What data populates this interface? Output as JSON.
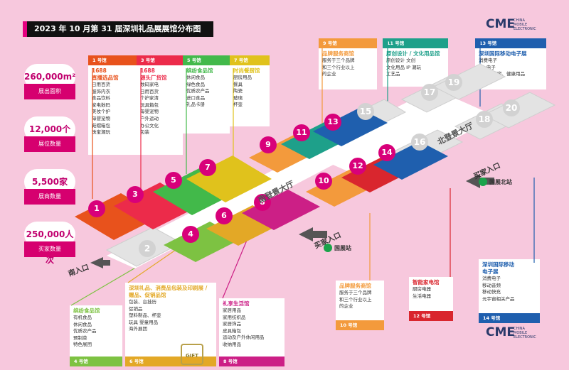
{
  "title": "2023 年 10 月第 31 届深圳礼品展展馆分布图",
  "stats": [
    {
      "value": "260,000m²",
      "label": "展出面积"
    },
    {
      "value": "12,000个",
      "label": "展位数量"
    },
    {
      "value": "5,500家",
      "label": "展商数量"
    },
    {
      "value": "250,000人次",
      "label": "买家数量"
    }
  ],
  "top_halls": [
    {
      "tag": "1 号馆",
      "color": "#e8521c",
      "heading": "1688\n直播选品馆",
      "items": "日用百货\n服饰内衣\n食品饮料\n家电数码\n美妆个护\n母婴宠物\n鞋帽箱包\n珠宝潮玩"
    },
    {
      "tag": "3 号馆",
      "color": "#ec2b4a",
      "heading": "1688\n源头厂货馆",
      "items": "数码家电\n日用百货\n个护家清\n玩具箱包\n母婴宠物\n户外运动\n办公文化\n包装"
    },
    {
      "tag": "5 号馆",
      "color": "#42b94a",
      "heading": "缤纷食品馆",
      "items": "休闲食品\n绿色食品\n优质农产品\n进口食品\n礼品卡册"
    },
    {
      "tag": "7 号馆",
      "color": "#e0c21c",
      "heading": "时尚餐厨馆",
      "items": "厨房用品\n餐具\n陶瓷\n玻璃\n杯壶"
    },
    {
      "tag": "9 号馆",
      "color": "#f39a3c",
      "heading": "品牌服务商馆",
      "items": "服务于三个品牌\n和三个行业以上\n的企业"
    },
    {
      "tag": "11 号馆",
      "color": "#1ea08a",
      "heading": "原创设计 / 文化用品馆",
      "items": "原创设计  文创\n文化用品  IP 潮玩\n工艺品"
    },
    {
      "tag": "13 号馆",
      "color": "#1f5fae",
      "heading": "深圳国际移动电子展",
      "items": "消费电子\n3C 电子\n个护、美容、健康用品"
    }
  ],
  "bottom_halls": [
    {
      "tag": "4 号馆",
      "color": "#7dc242",
      "heading": "缤纷食品馆",
      "items": "有机食品\n休闲食品\n优质农产品\n预制菜\n特色展团"
    },
    {
      "tag": "6 号馆",
      "color": "#e3a826",
      "heading": "深圳礼品、消费品包装及印刷展 / 赠品、促销品馆",
      "items": "包装、台挂历\n促销品\n塑料制品、杯壶\n玩具  婴童用品\n海外展团"
    },
    {
      "tag": "8 号馆",
      "color": "#cc1f86",
      "heading": "礼享生活馆",
      "items": "家居用品\n家用纺织品\n家居饰品\n皮具箱包\n运动及户外休闲用品\n收纳用品"
    },
    {
      "tag": "10 号馆",
      "color": "#f39a3c",
      "heading": "品牌服务商馆",
      "items": "服务于三个品牌\n和三个行业以上\n的企业"
    },
    {
      "tag": "12 号馆",
      "color": "#d9262e",
      "heading": "智能家电馆",
      "items": "厨房电器\n生活电器"
    },
    {
      "tag": "14 号馆",
      "color": "#1f5fae",
      "heading": "深圳国际移动\n电子展",
      "items": "消费电子\n移动音频\n移动快充\n元宇宙相关产品"
    }
  ],
  "pins": {
    "p1": "1",
    "p2": "2",
    "p3": "3",
    "p4": "4",
    "p5": "5",
    "p6": "6",
    "p7": "7",
    "p8": "8",
    "p9": "9",
    "p10": "10",
    "p11": "11",
    "p12": "12",
    "p13": "13",
    "p14": "14",
    "p15": "15",
    "p16": "16",
    "p17": "17",
    "p18": "18",
    "p19": "19",
    "p20": "20"
  },
  "streets": {
    "south": "南登景大厅",
    "north": "北登景大厅"
  },
  "entries": {
    "south_entry": "南入口",
    "buyer_entry_1": "买家入口",
    "station_1": "国展站",
    "buyer_entry_2": "买家入口",
    "station_2": "国展北站"
  },
  "logos": {
    "cme_top": "CME",
    "cme_top_sub": "CHINA\nMOBILE\nELECTRONIC",
    "cme_bottom": "CME",
    "cme_bottom_sub": "CHINA\nMOBILE\nELECTRONIC",
    "gift": "GIFT"
  }
}
